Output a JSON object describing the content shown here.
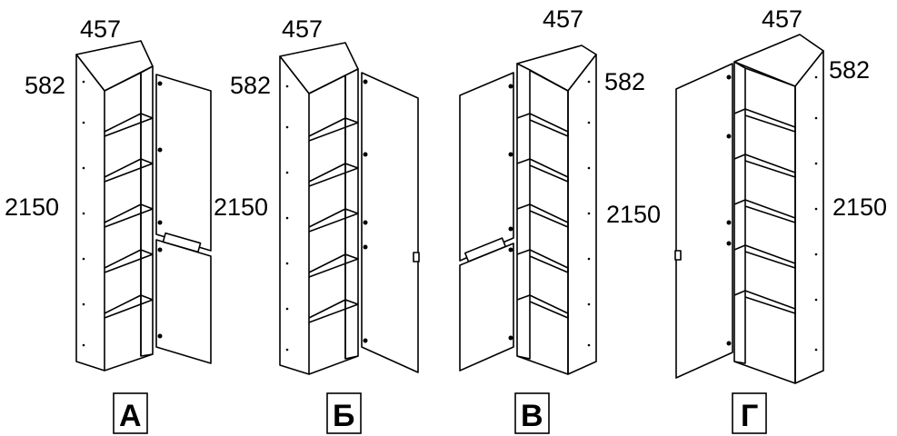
{
  "variants": [
    {
      "label": "А",
      "depth": "457",
      "width": "582",
      "height": "2150"
    },
    {
      "label": "Б",
      "depth": "457",
      "width": "582",
      "height": "2150"
    },
    {
      "label": "В",
      "depth": "457",
      "width": "582",
      "height": "2150"
    },
    {
      "label": "Г",
      "depth": "457",
      "width": "582",
      "height": "2150"
    }
  ]
}
